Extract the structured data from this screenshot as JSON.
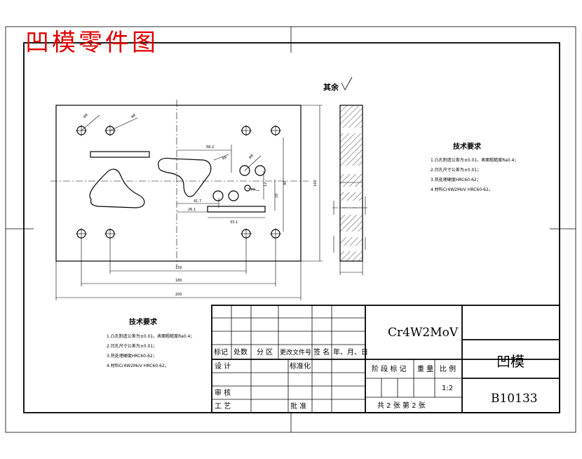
{
  "header": {
    "title": "凹模零件图",
    "title_color": "#e00000"
  },
  "surface_roughness_note": "其余",
  "tech_requirements": {
    "heading": "技术要求",
    "items": [
      "1.凸孔制造公差为±0.01，表面粗糙度Ra0.4；",
      "2.凹孔尺寸公差为±0.01；",
      "3.热处理硬度HRC60-62；",
      "4.材料Cr4W2MoV HRC60-62。"
    ]
  },
  "title_block": {
    "material": "Cr4W2MoV",
    "part_name": "凹模",
    "drawing_no": "B10133",
    "scale": "1:2",
    "sheet_info": "共 2  张    第  2 张",
    "revision_headers": [
      "标记",
      "处数",
      "分 区",
      "更改文件号",
      "签 名",
      "年、月、日"
    ],
    "design_label": "设 计",
    "standardize_label": "标准化",
    "review_label": "审 核",
    "process_label": "工 艺",
    "approve_label": "批 准",
    "stage_label": "阶 段 标 记",
    "weight_label": "重 量",
    "scale_label": "比 例"
  },
  "dimensions": {
    "overall_width": "200",
    "hole_span": "180",
    "inner_span": "150",
    "overall_height": "160",
    "dim_58": "58.2",
    "dim_41": "41.7",
    "dim_26": "26.1",
    "dim_33": "33.1",
    "dim_r6": "R6",
    "dim_phi": "φ8",
    "dim_12": "12",
    "dim_10": "10",
    "dim_40": "40"
  }
}
